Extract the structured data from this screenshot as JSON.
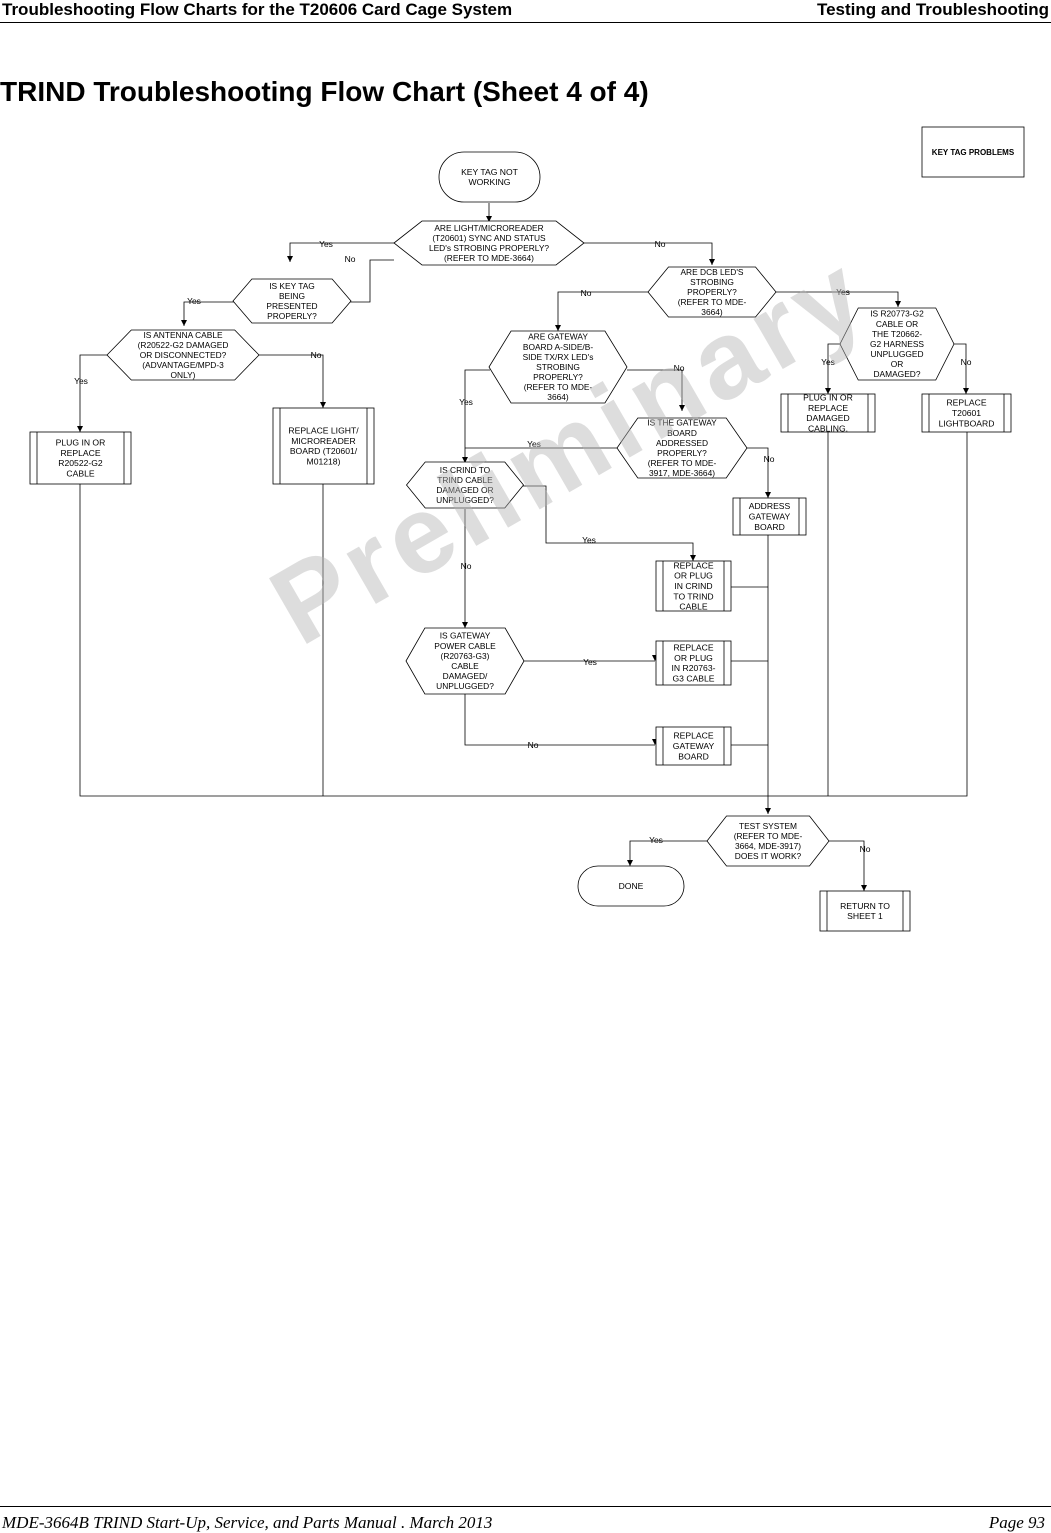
{
  "header": {
    "left": "Troubleshooting Flow Charts for the T20606 Card Cage System",
    "right": "Testing and Troubleshooting"
  },
  "page_title": "TRIND Troubleshooting Flow Chart (Sheet 4 of 4)",
  "footer": {
    "left": "MDE-3664B TRIND Start-Up, Service, and Parts Manual . March 2013",
    "right": "Page 93"
  },
  "watermark": "Preliminary",
  "flow": {
    "tag": [
      "KEY TAG PROBLEMS"
    ],
    "start": [
      "KEY TAG NOT",
      "WORKING"
    ],
    "q_sync": [
      "ARE LIGHT/MICROREADER",
      "(T20601) SYNC AND STATUS",
      "LED's STROBING PROPERLY?",
      "(REFER TO MDE-3664)"
    ],
    "q_keytag": [
      "IS KEY TAG",
      "BEING",
      "PRESENTED",
      "PROPERLY?"
    ],
    "q_antenna": [
      "IS ANTENNA CABLE",
      "(R20522-G2 DAMAGED",
      "OR DISCONNECTED?",
      "(ADVANTAGE/MPD-3",
      "ONLY)"
    ],
    "q_dcb": [
      "ARE DCB LED'S",
      "STROBING",
      "PROPERLY?",
      "(REFER TO MDE-",
      "3664)"
    ],
    "q_harness": [
      "IS R20773-G2",
      "CABLE OR",
      "THE T20662-",
      "G2 HARNESS",
      "UNPLUGGED",
      "OR",
      "DAMAGED?"
    ],
    "q_gateway": [
      "ARE GATEWAY",
      "BOARD A-SIDE/B-",
      "SIDE TX/RX LED's",
      "STROBING",
      "PROPERLY?",
      "(REFER TO MDE-",
      "3664)"
    ],
    "q_addressed": [
      "IS THE GATEWAY",
      "BOARD",
      "ADDRESSED",
      "PROPERLY?",
      "(REFER TO MDE-",
      "3917, MDE-3664)"
    ],
    "q_crind": [
      "IS CRIND TO",
      "TRIND CABLE",
      "DAMAGED OR",
      "UNPLUGGED?"
    ],
    "q_power": [
      "IS GATEWAY",
      "POWER CABLE",
      "(R20763-G3)",
      "CABLE",
      "DAMAGED/",
      "UNPLUGGED?"
    ],
    "q_test": [
      "TEST SYSTEM",
      "(REFER TO MDE-",
      "3664, MDE-3917)",
      "DOES IT WORK?"
    ],
    "a_plug_antenna": [
      "PLUG IN OR",
      "REPLACE",
      "R20522-G2",
      "CABLE"
    ],
    "a_replace_light": [
      "REPLACE LIGHT/",
      "MICROREADER",
      "BOARD (T20601/",
      "M01218)"
    ],
    "a_plug_cabling": [
      "PLUG IN OR",
      "REPLACE",
      "DAMAGED",
      "CABLING."
    ],
    "a_replace_lightboard": [
      "REPLACE",
      "T20601",
      "LIGHTBOARD"
    ],
    "a_address": [
      "ADDRESS",
      "GATEWAY",
      "BOARD"
    ],
    "a_replace_crind": [
      "REPLACE",
      "OR PLUG",
      "IN CRIND",
      "TO TRIND",
      "CABLE"
    ],
    "a_replace_power": [
      "REPLACE",
      "OR PLUG",
      "IN R20763-",
      "G3 CABLE"
    ],
    "a_replace_gateway": [
      "REPLACE",
      "GATEWAY",
      "BOARD"
    ],
    "a_return": [
      "RETURN TO",
      "SHEET 1"
    ],
    "end_done": [
      "DONE"
    ],
    "yes": "Yes",
    "no": "No"
  }
}
